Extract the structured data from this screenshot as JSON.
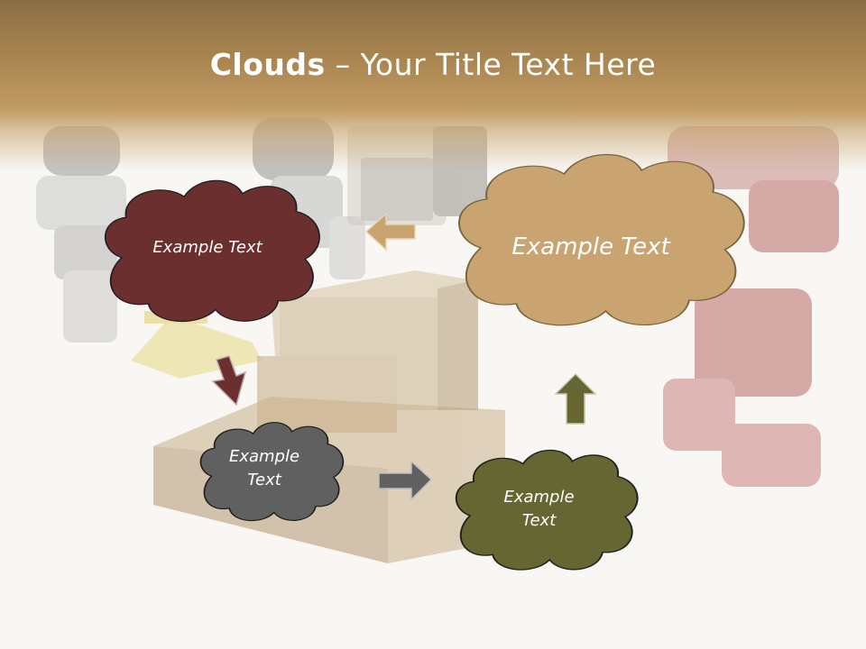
{
  "slide": {
    "title_bold": "Clouds",
    "title_separator": " – ",
    "title_rest": "Your Title Text Here"
  },
  "clouds": [
    {
      "text": "Example Text",
      "fill": "#6b2f2f"
    },
    {
      "text": "Example Text",
      "fill": "#c9a470"
    },
    {
      "text": "Example\nText",
      "fill": "#606060"
    },
    {
      "text": "Example\nText",
      "fill": "#666633"
    }
  ],
  "colors": {
    "header": "#a7834f",
    "arrow_tan": "#c9a470",
    "arrow_maroon": "#6b2f2f",
    "arrow_gray": "#606060",
    "arrow_olive": "#666633"
  }
}
